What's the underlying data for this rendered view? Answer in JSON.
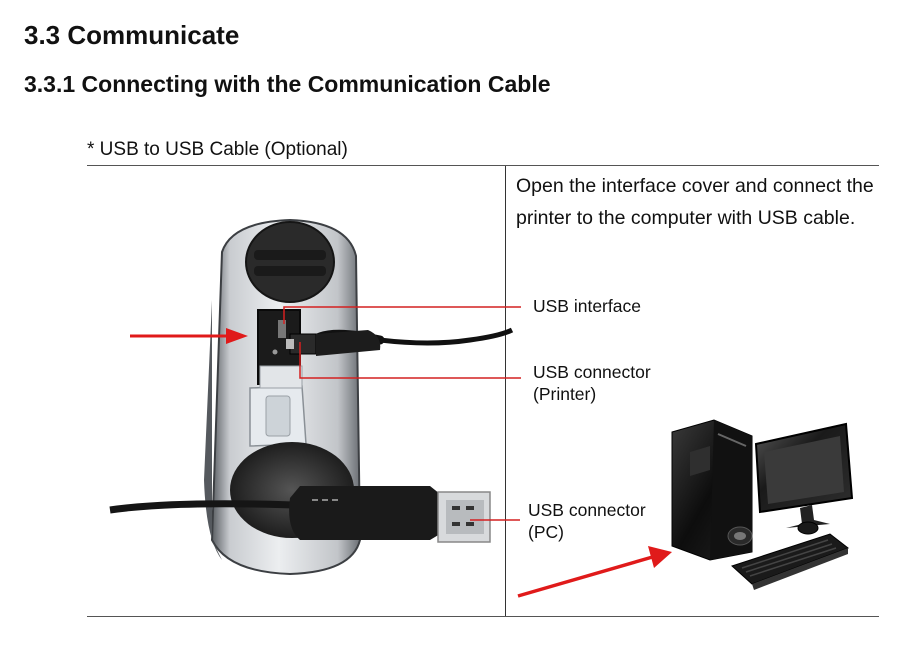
{
  "heading": "3.3 Communicate",
  "subheading": "3.3.1 Connecting with the Communication Cable",
  "cable_note": "* USB to USB Cable (Optional)",
  "instruction": "Open the interface cover and connect the printer to the computer with USB cable.",
  "callouts": {
    "usb_interface": "USB interface",
    "usb_connector_printer_line1": "USB connector",
    "usb_connector_printer_line2": "(Printer)",
    "usb_connector_pc_line1": "USB connector",
    "usb_connector_pc_line2": "(PC)"
  },
  "colors": {
    "arrow": "#e01a1a",
    "leader_line": "#d42020"
  }
}
